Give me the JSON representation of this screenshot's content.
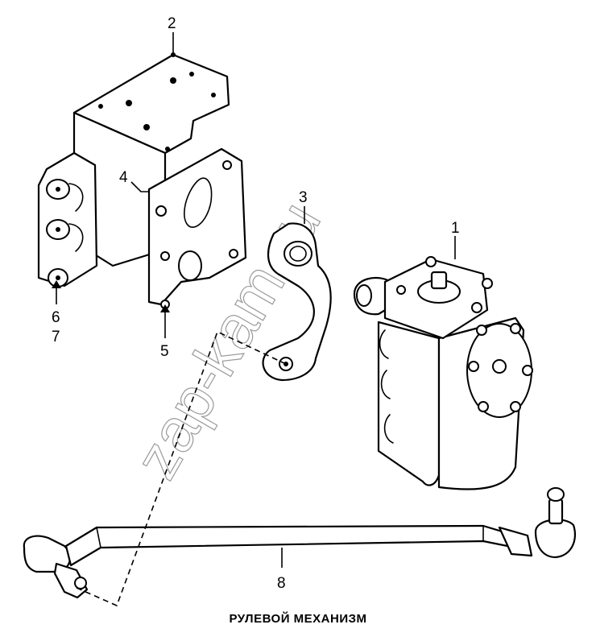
{
  "caption": "РУЛЕВОЙ МЕХАНИЗМ",
  "watermark": "zap-kam.ru",
  "callouts": {
    "c1": "1",
    "c2": "2",
    "c3": "3",
    "c4": "4",
    "c5": "5",
    "c6": "6",
    "c7": "7",
    "c8": "8"
  },
  "parts": [
    {
      "number": "1",
      "icon": "steering-gear-housing"
    },
    {
      "number": "2",
      "icon": "mounting-bracket"
    },
    {
      "number": "3",
      "icon": "pitman-arm"
    },
    {
      "number": "4",
      "icon": "bolt"
    },
    {
      "number": "5",
      "icon": "bolt"
    },
    {
      "number": "6",
      "icon": "bolt"
    },
    {
      "number": "7",
      "icon": "washer"
    },
    {
      "number": "8",
      "icon": "drag-link"
    }
  ]
}
